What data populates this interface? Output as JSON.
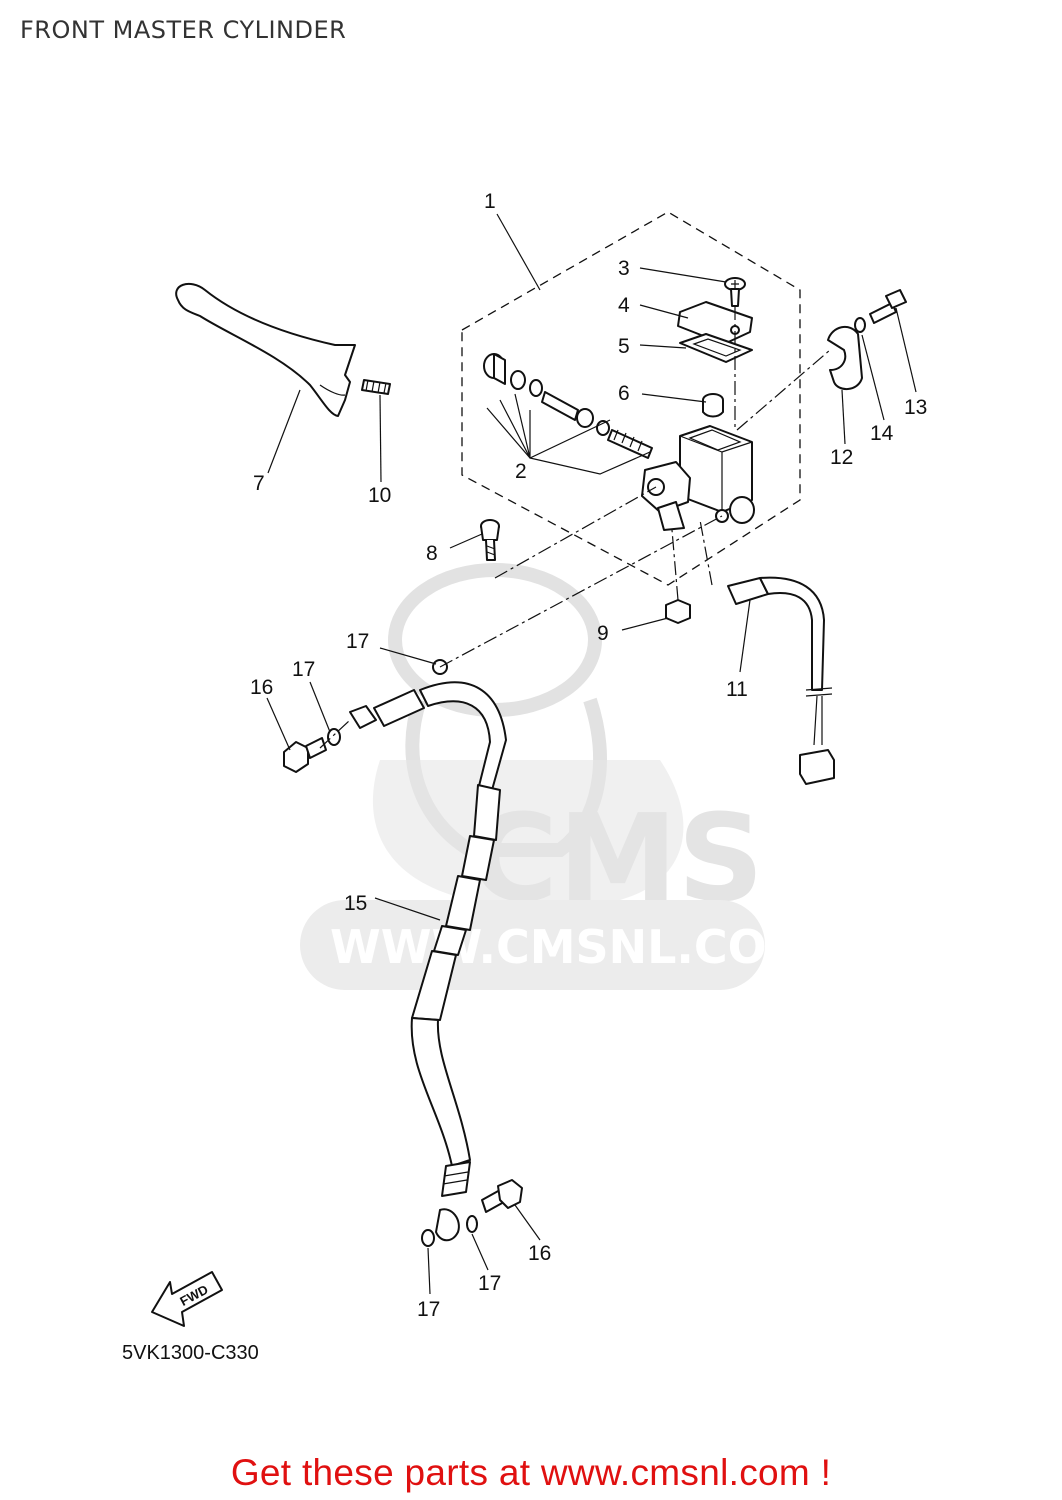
{
  "header": {
    "title": "FRONT MASTER CYLINDER"
  },
  "watermark": {
    "brand": "CMS",
    "url": "WWW.CMSNL.COM"
  },
  "callouts": [
    {
      "id": "1",
      "label": "1"
    },
    {
      "id": "2",
      "label": "2"
    },
    {
      "id": "3",
      "label": "3"
    },
    {
      "id": "4",
      "label": "4"
    },
    {
      "id": "5",
      "label": "5"
    },
    {
      "id": "6",
      "label": "6"
    },
    {
      "id": "7",
      "label": "7"
    },
    {
      "id": "8",
      "label": "8"
    },
    {
      "id": "9",
      "label": "9"
    },
    {
      "id": "10",
      "label": "10"
    },
    {
      "id": "11",
      "label": "11"
    },
    {
      "id": "12",
      "label": "12"
    },
    {
      "id": "13",
      "label": "13"
    },
    {
      "id": "14",
      "label": "14"
    },
    {
      "id": "15",
      "label": "15"
    },
    {
      "id": "16a",
      "label": "16"
    },
    {
      "id": "16b",
      "label": "16"
    },
    {
      "id": "17a",
      "label": "17"
    },
    {
      "id": "17b",
      "label": "17"
    },
    {
      "id": "17c",
      "label": "17"
    },
    {
      "id": "17d",
      "label": "17"
    }
  ],
  "fwd_arrow": {
    "label": "FWD"
  },
  "diagram_code": "5VK1300-C330",
  "footer": {
    "cta": "Get these parts at www.cmsnl.com !",
    "cta_color": "#e01010"
  }
}
